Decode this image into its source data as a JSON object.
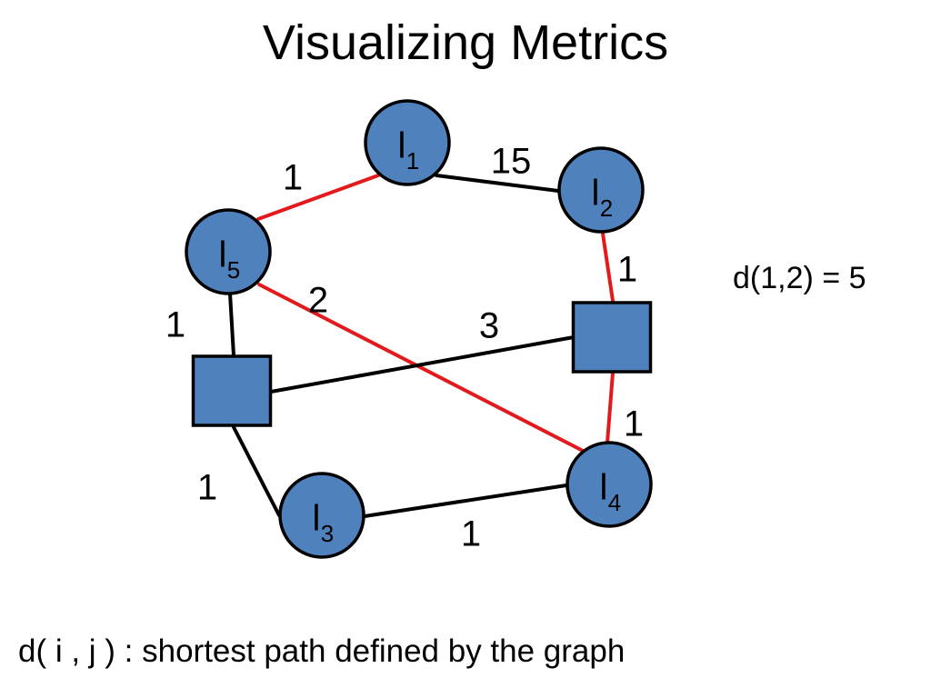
{
  "title": "Visualizing Metrics",
  "colors": {
    "node_fill": "#4f81bd",
    "node_stroke": "#000000",
    "edge_default": "#000000",
    "edge_highlight": "#e31a1c"
  },
  "graph": {
    "nodes": [
      {
        "id": "l1",
        "shape": "circle",
        "label": "l",
        "subscript": "1"
      },
      {
        "id": "l2",
        "shape": "circle",
        "label": "l",
        "subscript": "2"
      },
      {
        "id": "l3",
        "shape": "circle",
        "label": "l",
        "subscript": "3"
      },
      {
        "id": "l4",
        "shape": "circle",
        "label": "l",
        "subscript": "4"
      },
      {
        "id": "l5",
        "shape": "circle",
        "label": "l",
        "subscript": "5"
      },
      {
        "id": "square-left",
        "shape": "square"
      },
      {
        "id": "square-right",
        "shape": "square"
      }
    ],
    "edges": [
      {
        "id": "l5-l1",
        "from": "l5",
        "to": "l1",
        "weight": "1",
        "highlighted": true
      },
      {
        "id": "l1-l2",
        "from": "l1",
        "to": "l2",
        "weight": "15",
        "highlighted": false
      },
      {
        "id": "l2-square-right",
        "from": "l2",
        "to": "square-right",
        "weight": "1",
        "highlighted": true
      },
      {
        "id": "l5-l4",
        "from": "l5",
        "to": "l4",
        "weight": "2",
        "highlighted": true
      },
      {
        "id": "l5-square-left",
        "from": "l5",
        "to": "square-left",
        "weight": "1",
        "highlighted": false
      },
      {
        "id": "square-left-square-right",
        "from": "square-left",
        "to": "square-right",
        "weight": "3",
        "highlighted": false
      },
      {
        "id": "square-right-l4",
        "from": "square-right",
        "to": "l4",
        "weight": "1",
        "highlighted": true
      },
      {
        "id": "square-left-l3",
        "from": "square-left",
        "to": "l3",
        "weight": "1",
        "highlighted": false
      },
      {
        "id": "l3-l4",
        "from": "l3",
        "to": "l4",
        "weight": "1",
        "highlighted": false
      }
    ]
  },
  "distance_note": "d(1,2) = 5",
  "caption": "d( i , j ) : shortest path defined by the graph"
}
